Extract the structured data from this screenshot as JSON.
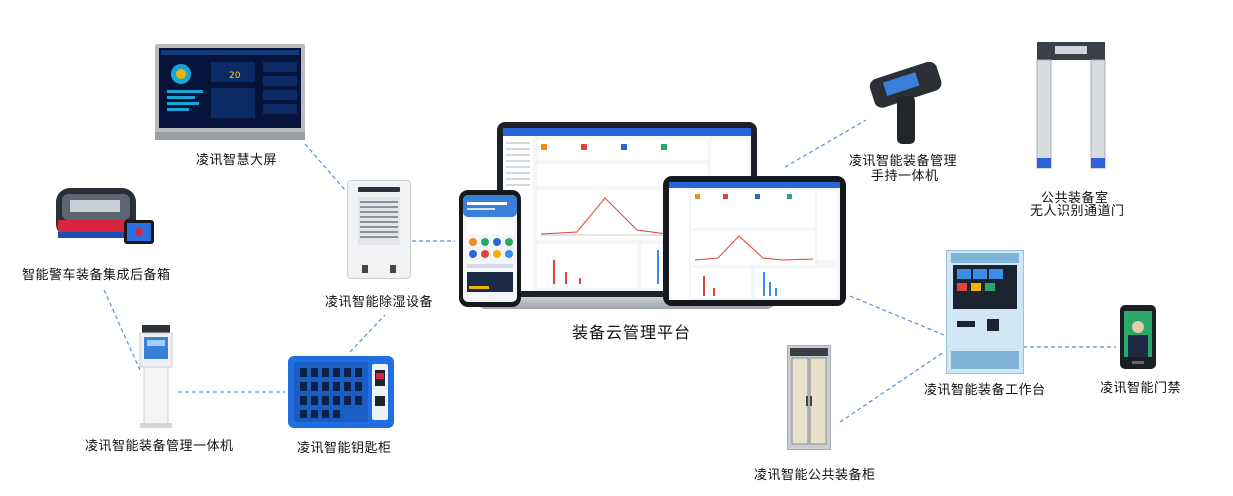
{
  "title": "装备云管理平台",
  "colors": {
    "link_line": "#5b8fd6",
    "screen_bg": "#06133a",
    "cabinet_blue": "#1f6fe0",
    "ui_primary": "#2a64d8",
    "workstation_bg": "#cfe7f5"
  },
  "nodes": {
    "smart_screen": {
      "label": "凌讯智慧大屏"
    },
    "police_box": {
      "label": "智能警车装备集成后备箱"
    },
    "dehumidifier": {
      "label": "凌讯智能除湿设备"
    },
    "kiosk": {
      "label": "凌讯智能装备管理一体机"
    },
    "key_cabinet": {
      "label": "凌讯智能钥匙柜"
    },
    "handheld": {
      "label_line1": "凌讯智能装备管理",
      "label_line2": "手持一体机"
    },
    "gate": {
      "label_line1": "公共装备室",
      "label_line2": "无人识别通道门"
    },
    "workstation": {
      "label": "凌讯智能装备工作台"
    },
    "door_access": {
      "label": "凌讯智能门禁"
    },
    "public_cabinet": {
      "label": "凌讯智能公共装备柜"
    }
  }
}
